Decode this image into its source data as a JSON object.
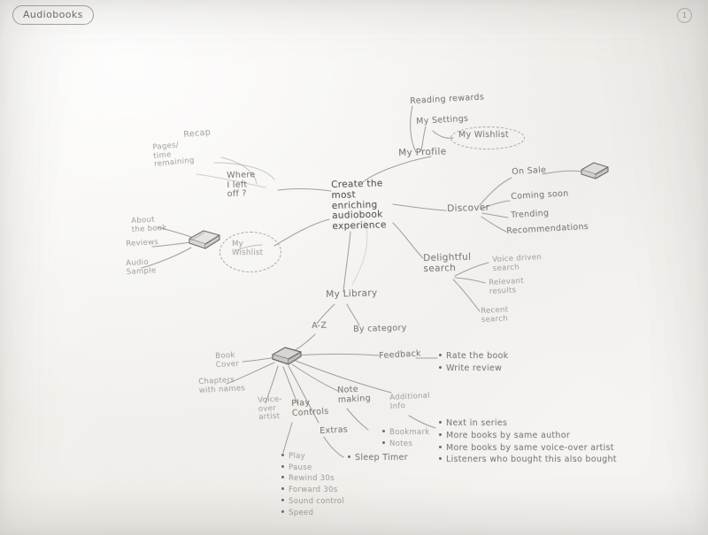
{
  "page": {
    "title": "Audiobooks",
    "page_mark": "1",
    "medium": "hand-drawn pencil mind map on paper",
    "paper_color": "#f4f2ef",
    "ink_color": "#5d5b58"
  },
  "center": {
    "label": "Create the\nmost\nenriching\naudiobook\nexperience"
  },
  "branches": {
    "profile": {
      "label": "My Profile",
      "children": [
        {
          "label": "Reading rewards"
        },
        {
          "label": "My Settings"
        },
        {
          "label": "My Wishlist",
          "style": "dashed-oval"
        }
      ]
    },
    "continue": {
      "label": "Where\nI left\noff ?",
      "children": [
        {
          "label": "Recap"
        },
        {
          "label": "Pages/\ntime\nremaining"
        }
      ]
    },
    "book_detail": {
      "label": "",
      "icon": "book-icon",
      "children": [
        {
          "label": "About\nthe book"
        },
        {
          "label": "Reviews"
        },
        {
          "label": "Audio\nSample"
        },
        {
          "label": "My\nWishlist",
          "style": "dashed-oval"
        }
      ]
    },
    "discover": {
      "label": "Discover",
      "children": [
        {
          "label": "On Sale",
          "icon": "book-icon"
        },
        {
          "label": "Coming soon"
        },
        {
          "label": "Trending"
        },
        {
          "label": "Recommendations"
        }
      ]
    },
    "search": {
      "label": "Delightful\nsearch",
      "children": [
        {
          "label": "Voice driven\nsearch"
        },
        {
          "label": "Relevant\nresults"
        },
        {
          "label": "Recent\nsearch"
        }
      ]
    },
    "library": {
      "label": "My Library",
      "children": [
        {
          "label": "A-Z"
        },
        {
          "label": "By category"
        }
      ]
    },
    "player": {
      "label": "",
      "icon": "book-icon",
      "children": [
        {
          "label": "Book\nCover"
        },
        {
          "label": "Chapters\nwith names"
        },
        {
          "label": "Voice-\nover\nartist"
        },
        {
          "label": "Play\nControls"
        },
        {
          "label": "Note\nmaking"
        },
        {
          "label": "Extras"
        },
        {
          "label": "Additional\nInfo"
        },
        {
          "label": "Feedback"
        }
      ]
    }
  },
  "lists": {
    "feedback": {
      "title": "Feedback",
      "items": [
        "Rate the book",
        "Write review"
      ]
    },
    "additional_info": {
      "title": "Additional Info",
      "items": [
        "Next in series",
        "More books by same author",
        "More books by same voice-over artist",
        "Listeners who bought this also bought"
      ]
    },
    "play_controls": {
      "title": "Play Controls",
      "items": [
        "Play",
        "Pause",
        "Rewind 30s",
        "Forward 30s",
        "Sound control",
        "Speed"
      ]
    },
    "note_making": {
      "title": "Note making",
      "items": [
        "Bookmark",
        "Notes"
      ]
    },
    "extras": {
      "title": "Extras",
      "items": [
        "Sleep Timer"
      ]
    }
  }
}
